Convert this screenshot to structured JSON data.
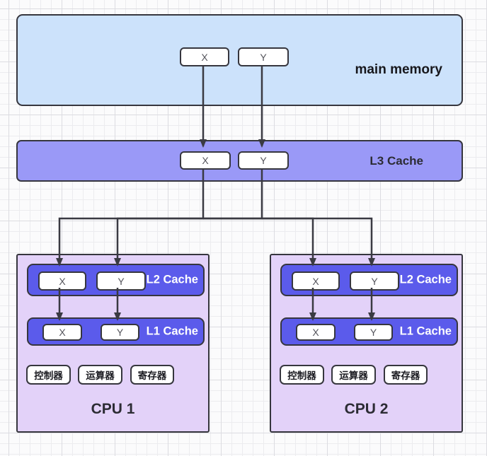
{
  "diagram": {
    "main_memory": {
      "label": "main memory",
      "cells": {
        "x": "X",
        "y": "Y"
      }
    },
    "l3": {
      "label": "L3 Cache",
      "cells": {
        "x": "X",
        "y": "Y"
      }
    },
    "cpus": [
      {
        "title": "CPU 1",
        "l2": {
          "label": "L2 Cache",
          "cells": {
            "x": "X",
            "y": "Y"
          }
        },
        "l1": {
          "label": "L1 Cache",
          "cells": {
            "x": "X",
            "y": "Y"
          }
        },
        "units": [
          "控制器",
          "运算器",
          "寄存器"
        ]
      },
      {
        "title": "CPU 2",
        "l2": {
          "label": "L2 Cache",
          "cells": {
            "x": "X",
            "y": "Y"
          }
        },
        "l1": {
          "label": "L1 Cache",
          "cells": {
            "x": "X",
            "y": "Y"
          }
        },
        "units": [
          "控制器",
          "运算器",
          "寄存器"
        ]
      }
    ]
  },
  "colors": {
    "canvas_bg": "#fbfbfc",
    "grid_minor": "#ececef",
    "grid_major": "#dcdce1",
    "main_memory_fill": "#cce2fb",
    "l3_fill": "#9a99f7",
    "cpu_fill": "#e3d2f9",
    "cache_bar_fill": "#5b5beb",
    "cell_fill": "#ffffff",
    "stroke": "#36363e",
    "wire": "#3a3a42"
  }
}
